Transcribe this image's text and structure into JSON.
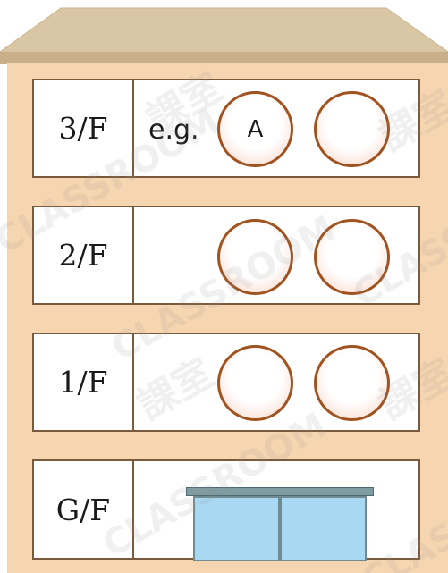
{
  "building": {
    "floors": [
      {
        "label": "3/F",
        "example_prefix": "e.g.",
        "circles": [
          "A",
          ""
        ]
      },
      {
        "label": "2/F",
        "circles": [
          "",
          ""
        ]
      },
      {
        "label": "1/F",
        "circles": [
          "",
          ""
        ]
      },
      {
        "label": "G/F",
        "shop": true
      }
    ]
  },
  "watermark": {
    "brand": "CLASSROOM",
    "chinese": "課室"
  },
  "colors": {
    "wall": "#f6d6b0",
    "roof": "#d9c6a4",
    "frame": "#7a5a3c",
    "circle_border": "#a0521f",
    "shop_glass": "#a9d9f2",
    "shop_awning": "#7d9ba0"
  }
}
